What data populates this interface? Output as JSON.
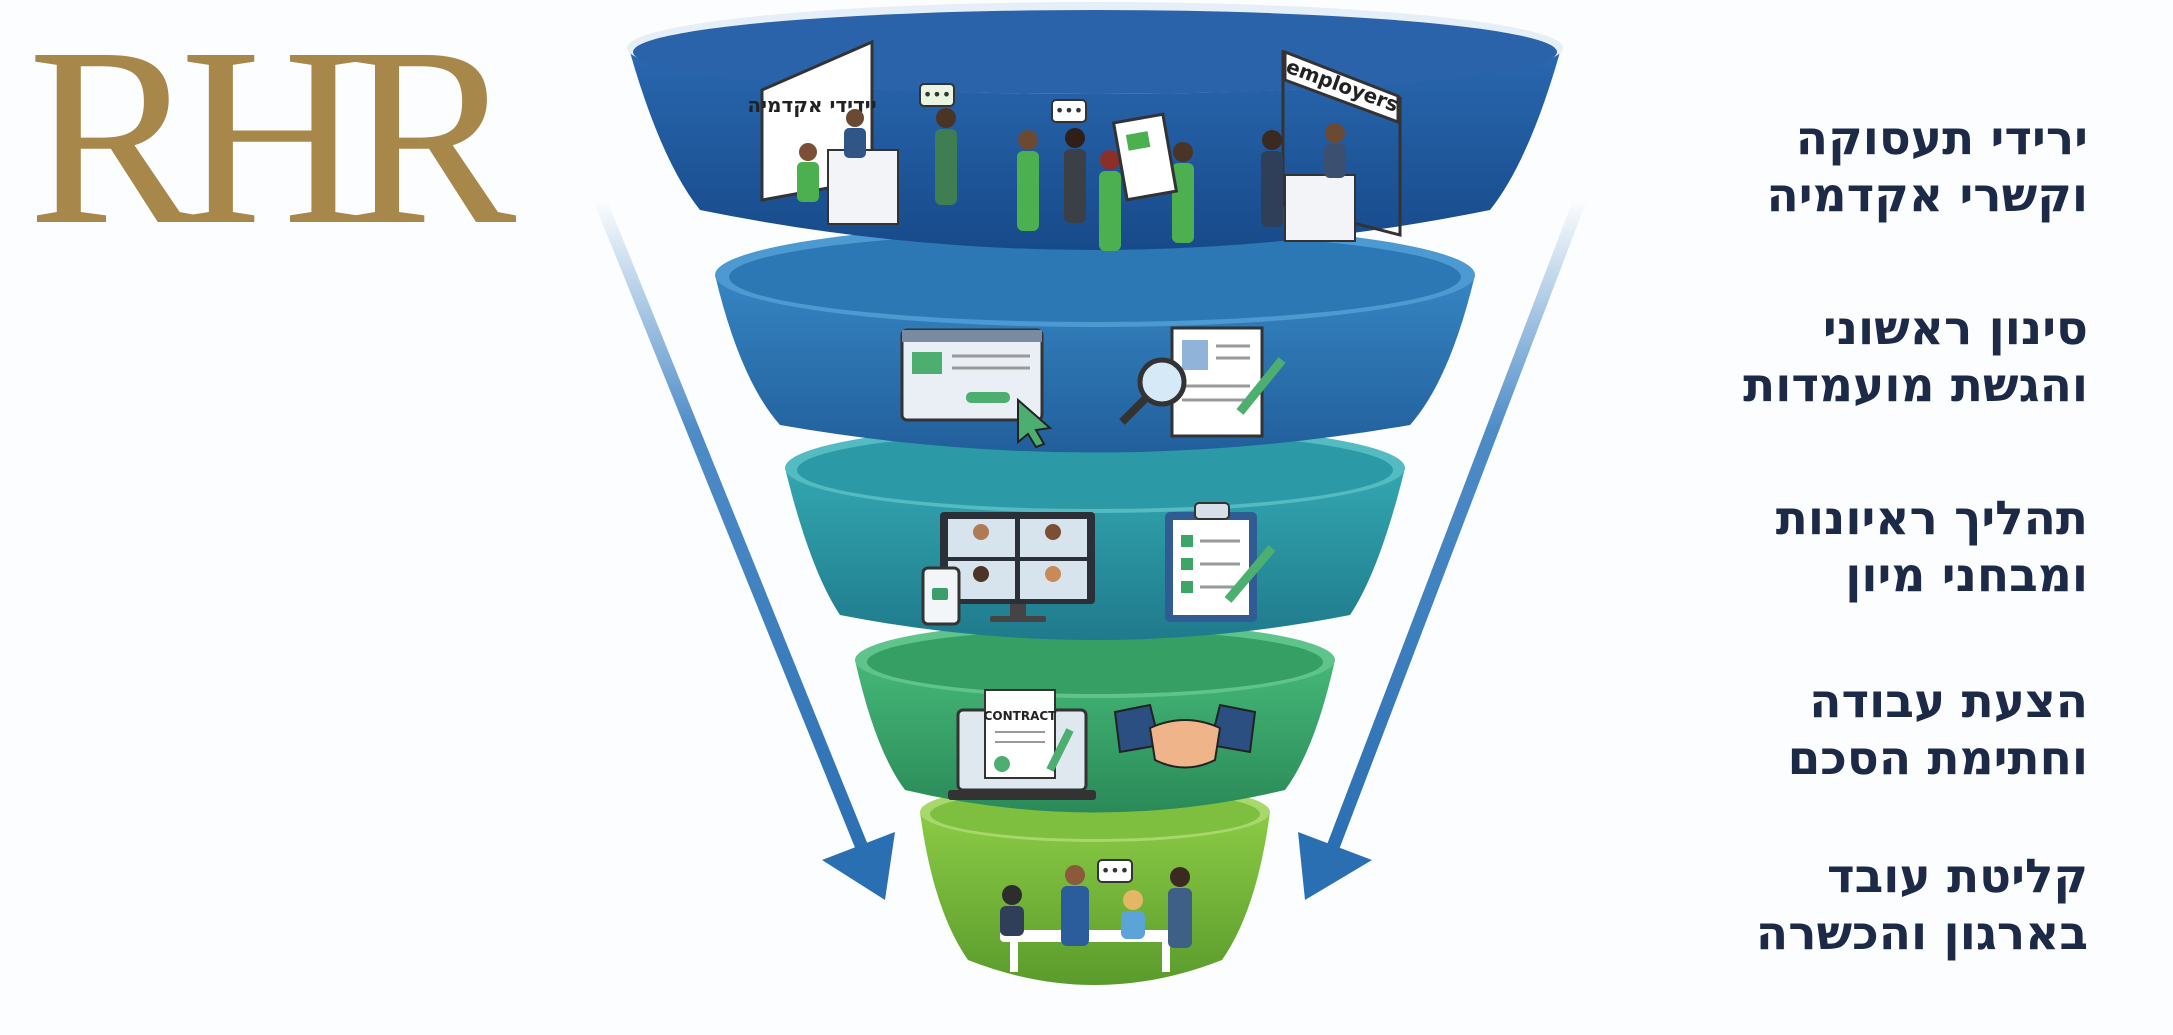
{
  "logo": {
    "text": "RHR"
  },
  "funnel": {
    "stages": [
      {
        "line1": "ירידי תעסוקה",
        "line2": "וקשרי אקדמיה",
        "icons": [
          "job-fair-booth-icon",
          "chat-bubble-icon",
          "people-group-icon",
          "presentation-board-icon",
          "employer-booth-icon"
        ]
      },
      {
        "line1": "סינון ראשוני",
        "line2": "והגשת מועמדות",
        "icons": [
          "online-application-icon",
          "cursor-icon",
          "magnifier-icon",
          "resume-document-icon",
          "pen-icon"
        ]
      },
      {
        "line1": "תהליך ראיונות",
        "line2": "ומבחני מיון",
        "icons": [
          "video-interview-icon",
          "phone-video-icon",
          "checklist-clipboard-icon",
          "pencil-icon"
        ]
      },
      {
        "line1": "הצעת עבודה",
        "line2": "וחתימת הסכם",
        "icons": [
          "contract-laptop-icon",
          "handshake-icon"
        ]
      },
      {
        "line1": "קליטת עובד",
        "line2": "בארגון והכשרה",
        "icons": [
          "team-meeting-icon",
          "chat-bubble-icon"
        ]
      }
    ],
    "booth_left_sign": "יידידי אקדמיה",
    "booth_right_sign": "employers",
    "contract_label": "CONTRACT"
  },
  "colors": {
    "logo": "#a8884a",
    "label_text": "#1d2a47",
    "tier1": "#1f59a0",
    "tier2": "#2b78b4",
    "tier3": "#2a9aa6",
    "tier4": "#3aa66a",
    "tier5": "#7ebc3c",
    "arrow": "#2f78bd"
  }
}
